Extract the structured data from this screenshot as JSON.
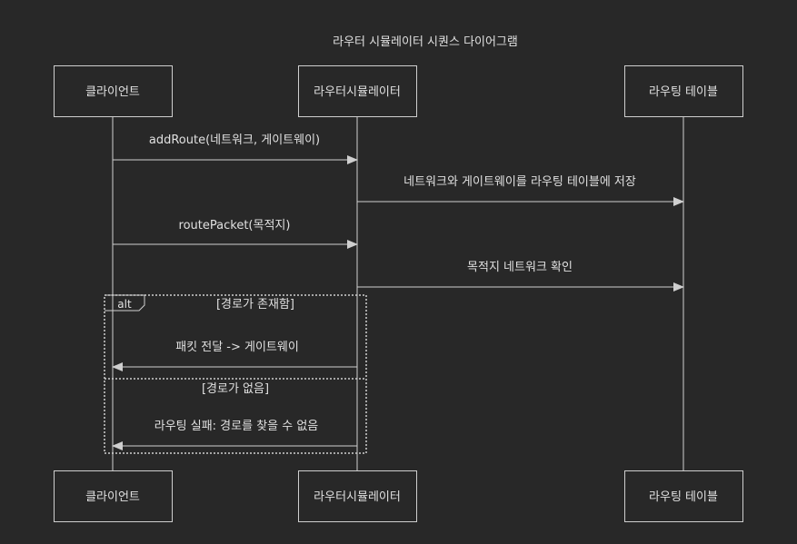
{
  "title": "라우터 시뮬레이터 시퀀스 다이어그램",
  "actors": [
    {
      "id": "client",
      "label": "클라이언트"
    },
    {
      "id": "router",
      "label": "라우터시뮬레이터"
    },
    {
      "id": "table",
      "label": "라우팅 테이블"
    }
  ],
  "messages": [
    {
      "from": "client",
      "to": "router",
      "label": "addRoute(네트워크, 게이트웨이)"
    },
    {
      "from": "router",
      "to": "table",
      "label": "네트워크와 게이트웨이를 라우팅 테이블에 저장"
    },
    {
      "from": "client",
      "to": "router",
      "label": "routePacket(목적지)"
    },
    {
      "from": "router",
      "to": "table",
      "label": "목적지 네트워크 확인"
    },
    {
      "from": "router",
      "to": "client",
      "label": "패킷 전달 -> 게이트웨이"
    },
    {
      "from": "router",
      "to": "client",
      "label": "라우팅 실패: 경로를 찾을 수 없음"
    }
  ],
  "alt": {
    "keyword": "alt",
    "sections": [
      {
        "condition": "[경로가 존재함]"
      },
      {
        "condition": "[경로가 없음]"
      }
    ]
  },
  "colors": {
    "background": "#282828",
    "line": "#cfcfcf",
    "text": "#e0e0e0"
  }
}
